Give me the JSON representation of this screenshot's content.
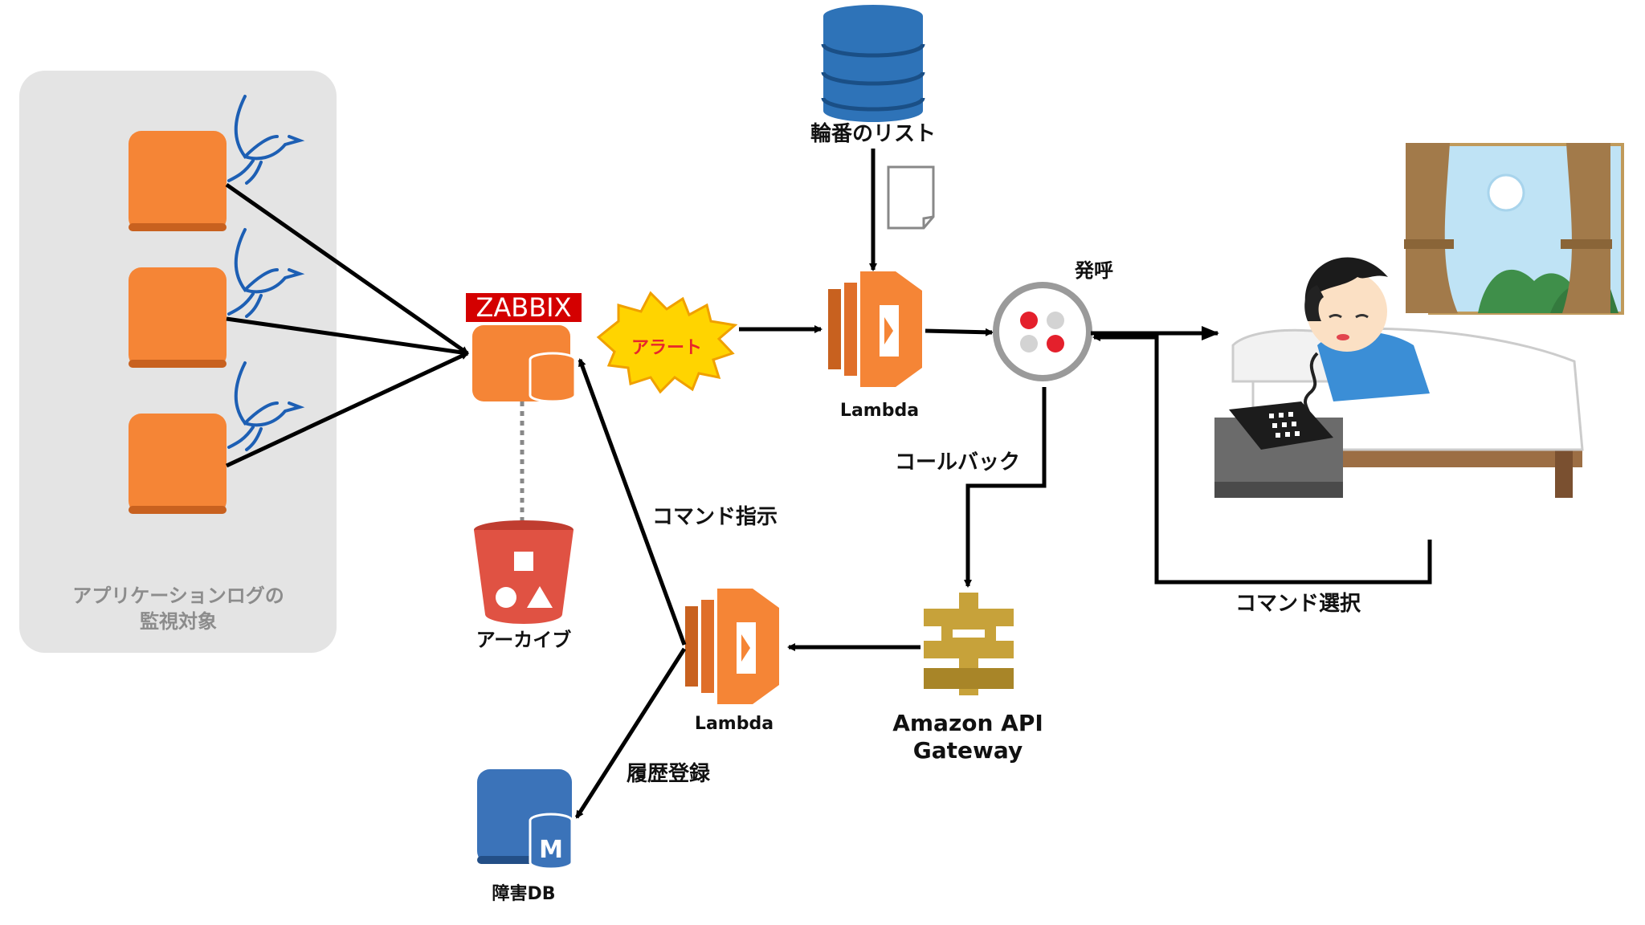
{
  "group": {
    "label_line1": "アプリケーションログの",
    "label_line2": "監視対象"
  },
  "zabbix": {
    "label": "ZABBIX"
  },
  "alert": {
    "label": "アラート"
  },
  "rotation_list": {
    "label": "輪番のリスト"
  },
  "lambda_top": {
    "label": "Lambda"
  },
  "lambda_bottom": {
    "label": "Lambda"
  },
  "call": {
    "label": "発呼"
  },
  "callback": {
    "label": "コールバック"
  },
  "command_select": {
    "label": "コマンド選択"
  },
  "command_instruct": {
    "label": "コマンド指示"
  },
  "archive": {
    "label": "アーカイブ"
  },
  "api_gateway": {
    "label_line1": "Amazon API",
    "label_line2": "Gateway"
  },
  "history": {
    "label": "履歴登録"
  },
  "incident_db": {
    "label": "障害DB",
    "badge": "M"
  },
  "colors": {
    "aws_orange": "#f58536",
    "zabbix_red": "#d40000",
    "alert_yellow": "#ffd400",
    "alert_text": "#e8262b",
    "dynamo_blue": "#2e73b8",
    "s3_red": "#e05243",
    "api_gold": "#c7a23a",
    "rds_blue": "#3b73b9",
    "group_bg": "#e4e4e4"
  },
  "icons": [
    "bird-icon",
    "dynamodb-icon",
    "lambda-icon",
    "twilio-icon",
    "s3-bucket-icon",
    "api-gateway-icon",
    "rds-icon",
    "document-icon",
    "person-on-phone-illustration"
  ]
}
